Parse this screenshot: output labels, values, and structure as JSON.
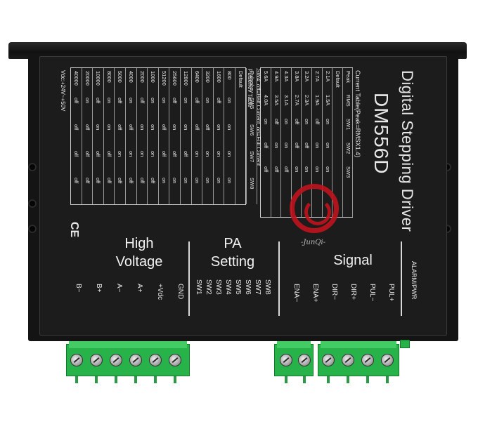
{
  "title_line1": "Digital Stepping Driver",
  "title_line2": "DM556D",
  "current_caption": "Current Table(Peak=RMSX1.4)",
  "current_table": [
    [
      "Peak",
      "RMS",
      "SW1",
      "SW2",
      "SW3"
    ],
    [
      "Default",
      "",
      "",
      "",
      ""
    ],
    [
      "2.1A",
      "1.5A",
      "on",
      "on",
      "on"
    ],
    [
      "2.7A",
      "1.9A",
      "off",
      "on",
      "on"
    ],
    [
      "3.2A",
      "2.3A",
      "on",
      "off",
      "on"
    ],
    [
      "3.8A",
      "2.7A",
      "off",
      "off",
      "on"
    ],
    [
      "4.3A",
      "3.1A",
      "on",
      "on",
      "off"
    ],
    [
      "4.9A",
      "3.5A",
      "off",
      "on",
      "off"
    ],
    [
      "5.6A",
      "4.0A",
      "on",
      "off",
      "off"
    ]
  ],
  "sw4_caption": "SW4: off=Half Current, on=Full Current",
  "pulse_caption": "Pulse/rev Table",
  "pulse_table": [
    [
      "Pulse/rev",
      "SW5",
      "SW6",
      "SW7",
      "SW8"
    ],
    [
      "Default",
      "",
      "",
      "",
      ""
    ],
    [
      "800",
      "on",
      "on",
      "on",
      "on"
    ],
    [
      "1600",
      "off",
      "on",
      "on",
      "on"
    ],
    [
      "3200",
      "on",
      "off",
      "on",
      "on"
    ],
    [
      "6400",
      "off",
      "off",
      "on",
      "on"
    ],
    [
      "12800",
      "on",
      "on",
      "off",
      "on"
    ],
    [
      "25600",
      "off",
      "on",
      "off",
      "on"
    ],
    [
      "51200",
      "on",
      "off",
      "off",
      "on"
    ],
    [
      "1000",
      "on",
      "on",
      "on",
      "off"
    ],
    [
      "2000",
      "off",
      "on",
      "on",
      "off"
    ],
    [
      "4000",
      "on",
      "off",
      "on",
      "off"
    ],
    [
      "5000",
      "off",
      "off",
      "on",
      "off"
    ],
    [
      "8000",
      "on",
      "on",
      "off",
      "off"
    ],
    [
      "10000",
      "off",
      "on",
      "off",
      "off"
    ],
    [
      "20000",
      "on",
      "off",
      "off",
      "off"
    ],
    [
      "40000",
      "off",
      "off",
      "off",
      "off"
    ]
  ],
  "vdc_label": "Vdc:+24V~+50V",
  "ce_mark": "CE",
  "headings": {
    "high_voltage_1": "High",
    "high_voltage_2": "Voltage",
    "pa_1": "PA",
    "pa_2": "Setting",
    "signal": "Signal",
    "alarm": "ALARM/PWR"
  },
  "hv_pins": [
    "GND",
    "+Vdc",
    "A+",
    "A−",
    "B+",
    "B−"
  ],
  "pa_pins": [
    "SW8",
    "SW7",
    "SW6",
    "SW5",
    "SW4",
    "SW3",
    "SW2",
    "SW1"
  ],
  "signal_pins": [
    "PUL+",
    "PUL−",
    "DIR+",
    "DIR−",
    "ENA+",
    "ENA−"
  ],
  "watermark": "-JunQi-",
  "colors": {
    "body": "#141414",
    "label": "#e8e8e8",
    "terminal": "#27b24a",
    "logo": "#c0141e"
  },
  "icons": [
    "screw-icon",
    "ce-mark-icon",
    "logo-icon"
  ]
}
